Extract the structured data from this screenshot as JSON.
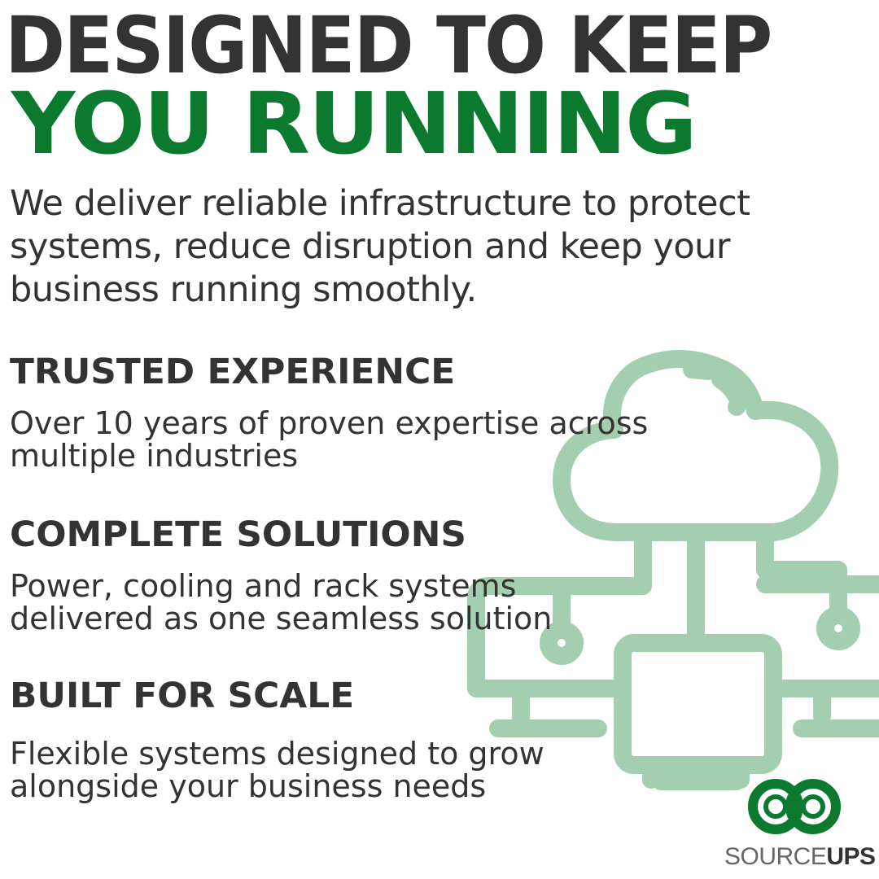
{
  "headline": {
    "line1": "DESIGNED TO KEEP",
    "line2": "YOU RUNNING"
  },
  "intro": "We deliver reliable infrastructure to protect systems, reduce disruption and keep your business running smoothly.",
  "features": [
    {
      "title": "TRUSTED EXPERIENCE",
      "description": "Over 10 years of proven expertise across multiple industries"
    },
    {
      "title": "COMPLETE SOLUTIONS",
      "description": "Power, cooling and rack systems delivered as one seamless solution"
    },
    {
      "title": "BUILT FOR SCALE",
      "description": "Flexible systems designed to grow alongside your business needs"
    }
  ],
  "brand": {
    "name_light": "SOURCE",
    "name_bold": "UPS"
  },
  "icons": {
    "illustration": "cloud-network-icon",
    "logo": "infinity-logo-icon"
  },
  "colors": {
    "dark_text": "#333333",
    "brand_green": "#0b7a2e",
    "illustration_green": "#a3cfb0",
    "background": "#ffffff"
  }
}
